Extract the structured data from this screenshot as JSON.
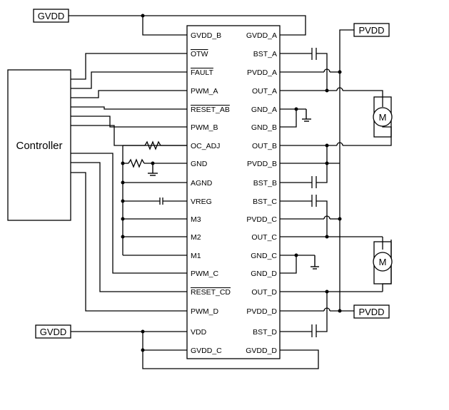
{
  "controller": {
    "label": "Controller"
  },
  "ic": {
    "left_pins": [
      "GVDD_B",
      "OTW",
      "FAULT",
      "PWM_A",
      "RESET_AB",
      "PWM_B",
      "OC_ADJ",
      "GND",
      "AGND",
      "VREG",
      "M3",
      "M2",
      "M1",
      "PWM_C",
      "RESET_CD",
      "PWM_D",
      "VDD",
      "GVDD_C"
    ],
    "right_pins": [
      "GVDD_A",
      "BST_A",
      "PVDD_A",
      "OUT_A",
      "GND_A",
      "GND_B",
      "OUT_B",
      "PVDD_B",
      "BST_B",
      "BST_C",
      "PVDD_C",
      "OUT_C",
      "GND_C",
      "GND_D",
      "OUT_D",
      "PVDD_D",
      "BST_D",
      "GVDD_D"
    ],
    "overlined_pins": [
      "OTW",
      "FAULT",
      "RESET_AB",
      "RESET_CD"
    ]
  },
  "supplies": {
    "gvdd_top": "GVDD",
    "gvdd_bottom": "GVDD",
    "pvdd_top": "PVDD",
    "pvdd_bottom": "PVDD"
  },
  "motors": {
    "motor_1": "M",
    "motor_2": "M"
  }
}
